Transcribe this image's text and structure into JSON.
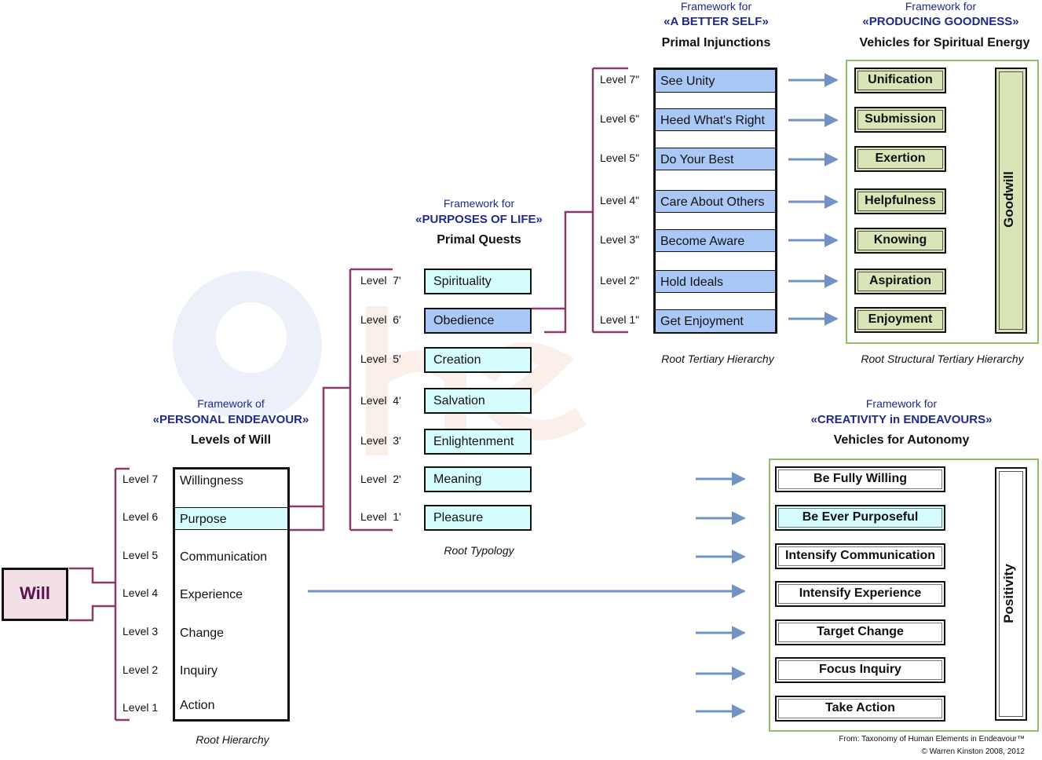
{
  "will": "Will",
  "personal": {
    "framework_line": "Framework of",
    "framework_name": "«PERSONAL ENDEAVOUR»",
    "title": "Levels of Will",
    "caption": "Root Hierarchy",
    "levels": [
      "Level 7",
      "Level 6",
      "Level 5",
      "Level 4",
      "Level 3",
      "Level 2",
      "Level 1"
    ],
    "items": [
      "Willingness",
      "Purpose",
      "Communication",
      "Experience",
      "Change",
      "Inquiry",
      "Action"
    ]
  },
  "purposes": {
    "framework_line": "Framework for",
    "framework_name": "«PURPOSES OF LIFE»",
    "title": "Primal Quests",
    "caption": "Root Typology",
    "levels": [
      "Level  7'",
      "Level  6'",
      "Level  5'",
      "Level  4'",
      "Level  3'",
      "Level  2'",
      "Level  1'"
    ],
    "items": [
      "Spirituality",
      "Obedience",
      "Creation",
      "Salvation",
      "Enlightenment",
      "Meaning",
      "Pleasure"
    ]
  },
  "better_self": {
    "framework_line": "Framework for",
    "framework_name": "«A BETTER SELF»",
    "title": "Primal Injunctions",
    "caption": "Root Tertiary Hierarchy",
    "levels": [
      "Level 7\"",
      "Level 6\"",
      "Level 5\"",
      "Level 4\"",
      "Level 3\"",
      "Level 2\"",
      "Level 1\""
    ],
    "items": [
      "See Unity",
      "Heed What's Right",
      "Do Your Best",
      "Care About Others",
      "Become Aware",
      "Hold Ideals",
      "Get Enjoyment"
    ]
  },
  "goodness": {
    "framework_line": "Framework for",
    "framework_name": "«PRODUCING GOODNESS»",
    "title": "Vehicles for Spiritual Energy",
    "caption": "Root Structural Tertiary Hierarchy",
    "items": [
      "Unification",
      "Submission",
      "Exertion",
      "Helpfulness",
      "Knowing",
      "Aspiration",
      "Enjoyment"
    ],
    "summary": "Goodwill"
  },
  "creativity": {
    "framework_line": "Framework for",
    "framework_name": "«CREATIVITY in ENDEAVOURS»",
    "title": "Vehicles for Autonomy",
    "items": [
      "Be Fully Willing",
      "Be Ever Purposeful",
      "Intensify Communication",
      "Intensify Experience",
      "Target Change",
      "Focus Inquiry",
      "Take Action"
    ],
    "summary": "Positivity"
  },
  "footer": {
    "source": "From: Taxonomy of Human Elements in Endeavour™",
    "copyright": "© Warren Kinston 2008, 2012"
  },
  "colors": {
    "heading_blue": "#1f2a8a",
    "bracket": "#8b3a6e",
    "arrow": "#7393c4",
    "cell_blue": "#a9c8f6",
    "cell_cyan": "#d5fdfd",
    "vehicle_green": "#d9e4b7",
    "frame_green": "#8dbf6a",
    "will_fill": "#f3dfe6"
  }
}
